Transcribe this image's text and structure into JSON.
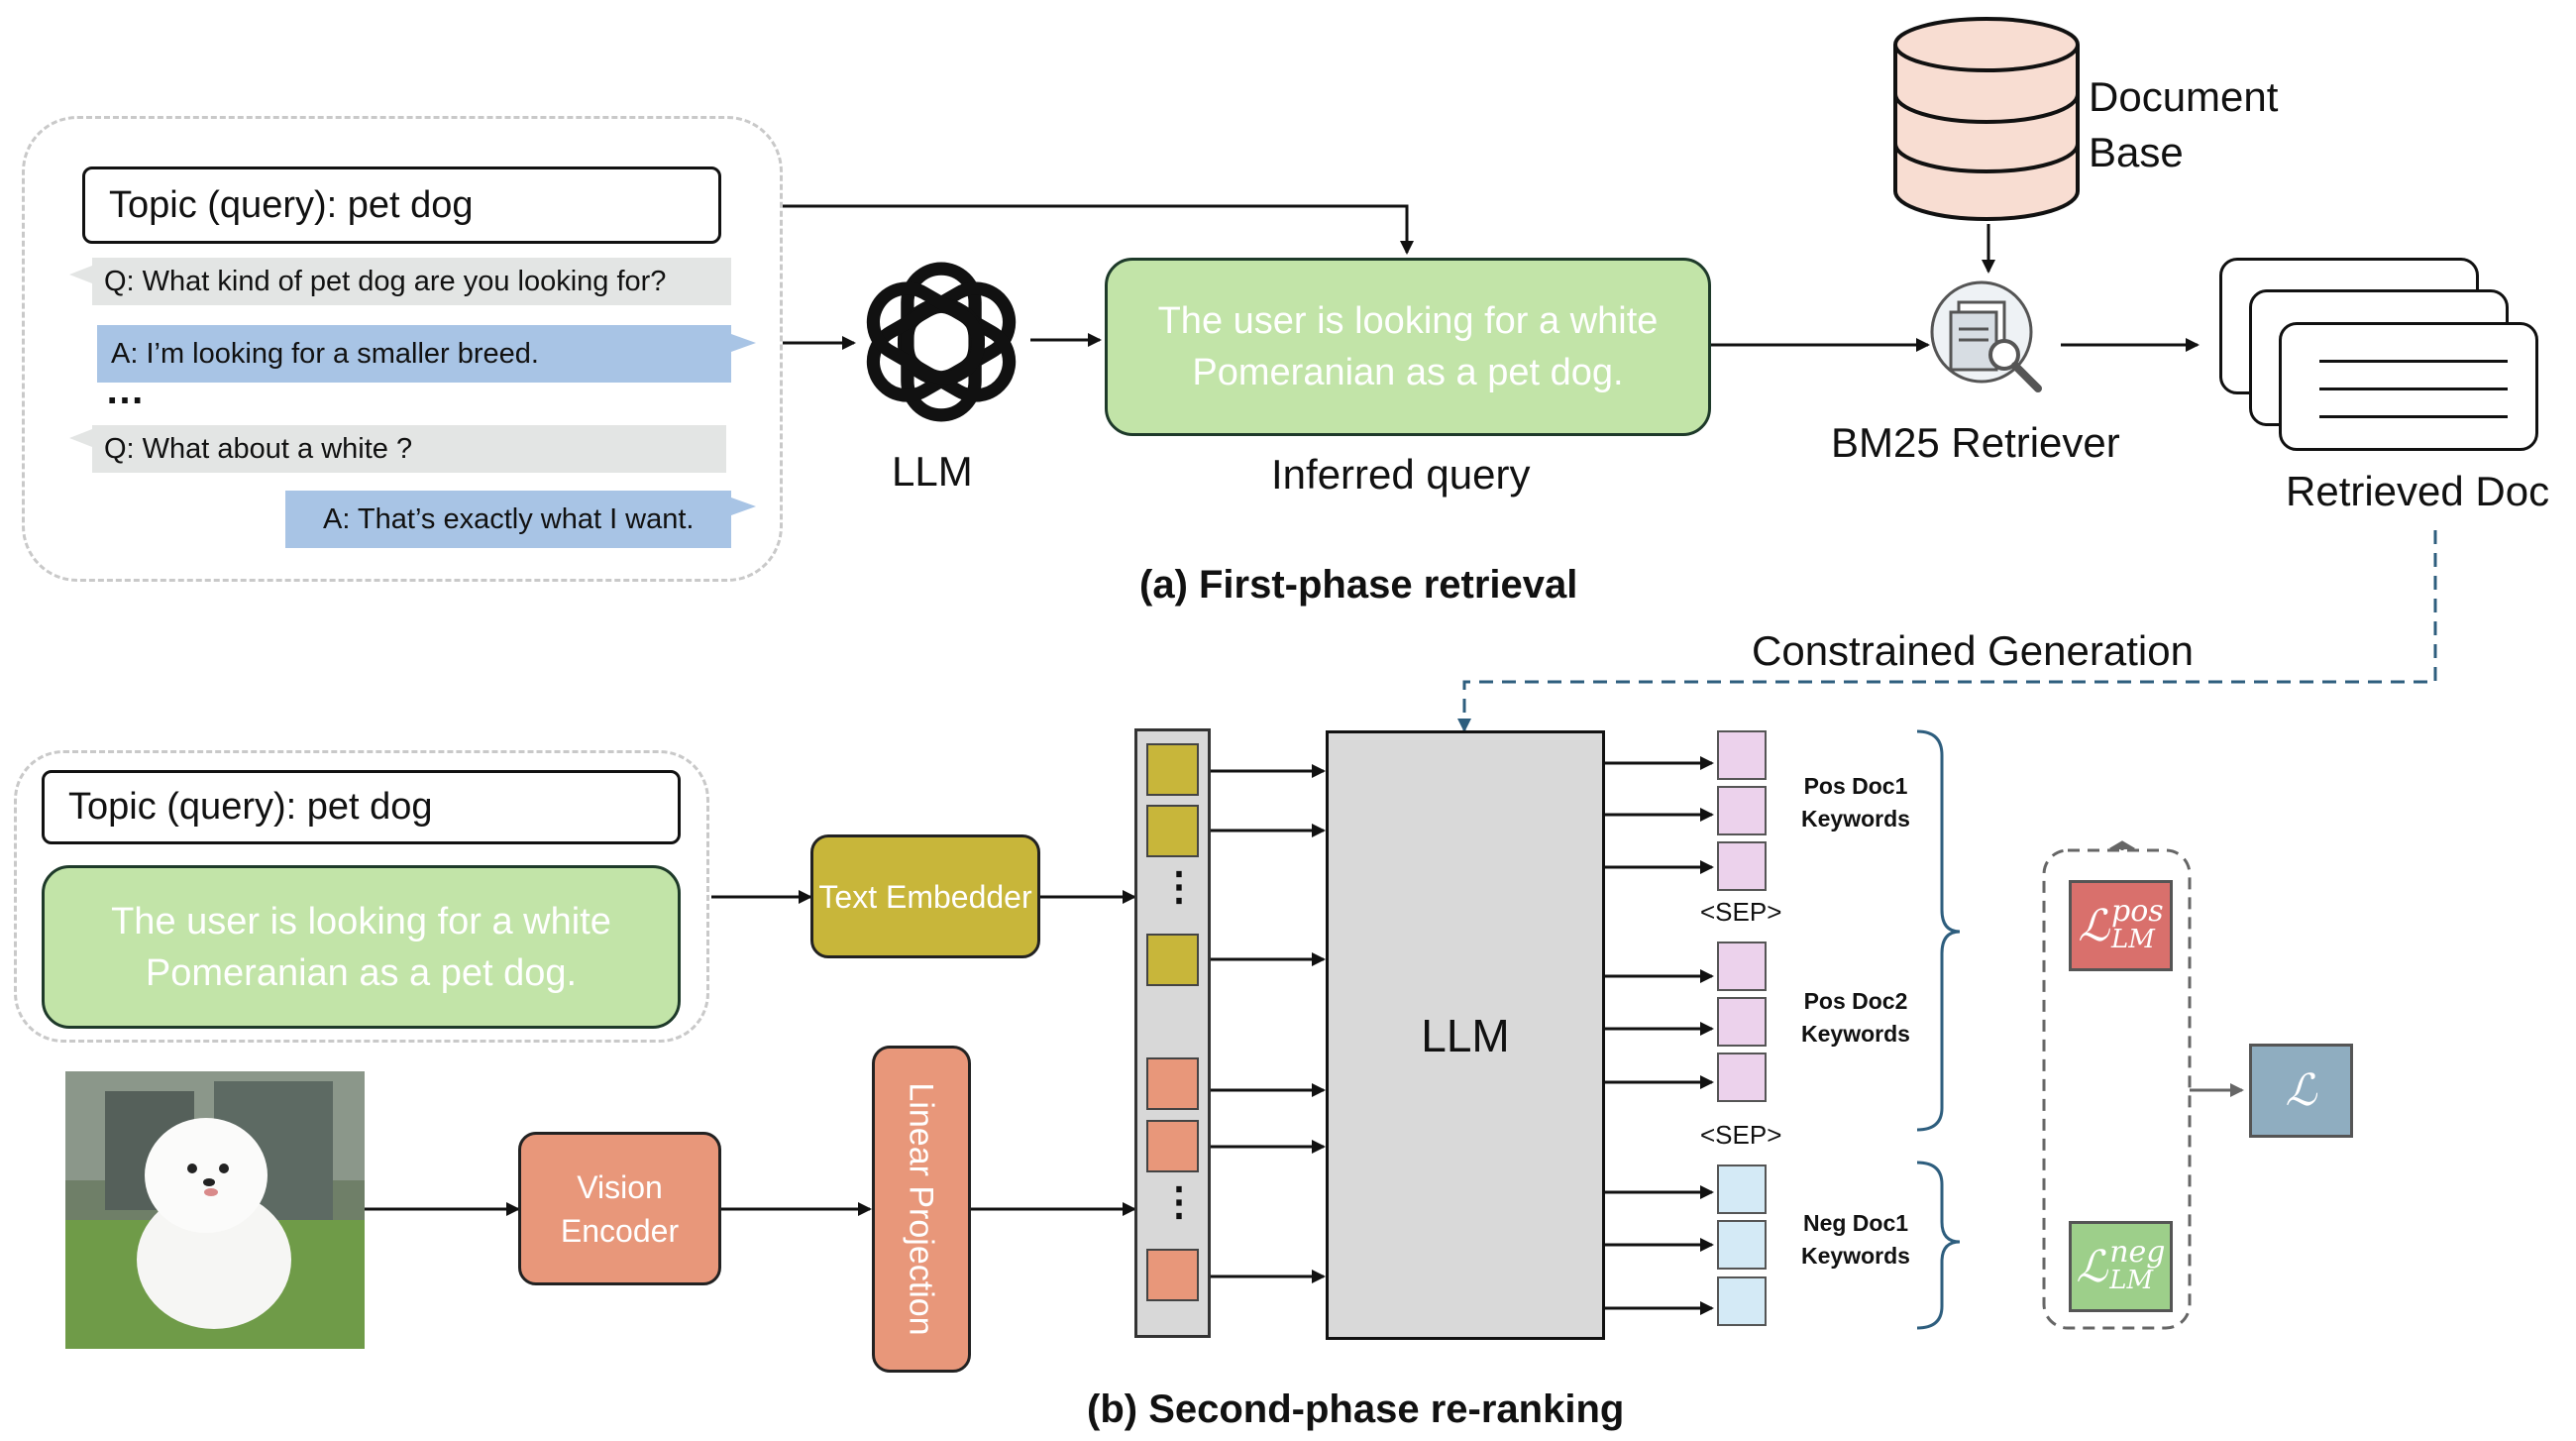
{
  "phase_a": {
    "title": "(a) First-phase retrieval",
    "topic": "Topic (query): pet dog",
    "dialogue": [
      {
        "role": "q",
        "text": "Q: What kind of pet dog are you looking for?"
      },
      {
        "role": "a",
        "text": "A: I’m looking for a smaller breed."
      },
      {
        "role": "ellipsis",
        "text": "…"
      },
      {
        "role": "q",
        "text": "Q: What about a white ?"
      },
      {
        "role": "a",
        "text": "A: That’s exactly what I want."
      }
    ],
    "llm_label": "LLM",
    "inferred_query_text": "The user is looking for a white Pomeranian as a pet dog.",
    "inferred_query_label": "Inferred query",
    "document_base_label": "Document Base",
    "retriever_label": "BM25 Retriever",
    "retrieved_label": "Retrieved Doc",
    "constrained_label": "Constrained Generation"
  },
  "phase_b": {
    "title": "(b) Second-phase re-ranking",
    "topic": "Topic (query): pet dog",
    "inferred_query_text": "The user is looking for a white Pomeranian as a pet dog.",
    "text_embedder": "Text Embedder",
    "vision_encoder": "Vision Encoder",
    "linear_projection": "Linear Projection",
    "vertical_ellipsis": "⋮",
    "llm_label": "LLM",
    "pos_doc1": "Pos Doc1 Keywords",
    "pos_doc2": "Pos Doc2 Keywords",
    "neg_doc1": "Neg Doc1 Keywords",
    "sep1": "<SEP>",
    "sep2": "<SEP>",
    "loss_pos_base": "ℒ",
    "loss_pos_sup": "pos",
    "loss_pos_sub": "LM",
    "loss_neg_base": "ℒ",
    "loss_neg_sup": "neg",
    "loss_neg_sub": "LM",
    "loss_total": "ℒ"
  },
  "colors": {
    "inferred_green": "#c2e4a8",
    "text_token": "#c8b63a",
    "image_token": "#e8977a",
    "pos_token": "#ecd2ec",
    "neg_token": "#d4eaf6",
    "loss_pos": "#d9706c",
    "loss_neg": "#9dcf8a",
    "loss_total": "#8fadc0",
    "dash_arrow": "#2e5e7e"
  },
  "icons": [
    "chatgpt-logo-icon",
    "database-icon",
    "document-search-icon",
    "document-stack-icon",
    "pomeranian-photo"
  ]
}
